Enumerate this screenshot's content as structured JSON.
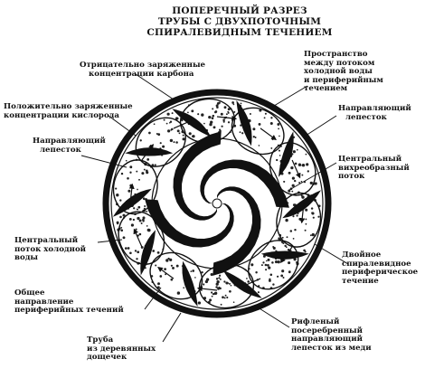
{
  "title": {
    "line1": "ПОПЕРЕЧНЫЙ РАЗРЕЗ",
    "line2": "ТРУБЫ С ДВУХПОТОЧНЫМ",
    "line3": "СПИРАЛЕВИДНЫМ ТЕЧЕНИЕМ"
  },
  "labels": {
    "neg_carbon": [
      "Отрицательно заряженные",
      "концентрации карбона"
    ],
    "pos_oxygen": [
      "Положительно заряженные",
      "концентрации кислорода"
    ],
    "guide_left": [
      "Направляющий",
      "лепесток"
    ],
    "central_cold": [
      "Центральный",
      "поток холодной",
      "воды"
    ],
    "common_dir": [
      "Общее",
      "направление",
      "периферийных течений"
    ],
    "wood_tube": [
      "Труба",
      "из деревянных",
      "дощечек"
    ],
    "space_between": [
      "Пространство",
      "между потоком",
      "холодной воды",
      "и периферийным",
      "течением"
    ],
    "guide_right": [
      "Направляющий",
      "лепесток"
    ],
    "central_vortex": [
      "Центральный",
      "вихреобразный",
      "поток"
    ],
    "double_spiral": [
      "Двойное",
      "спиралевидное",
      "периферическое",
      "течение"
    ],
    "ribbed_silver": [
      "Рифленый",
      "посеребренный",
      "направляющий",
      "лепесток из меди"
    ]
  },
  "colors": {
    "ink": "#111111",
    "paper": "#ffffff",
    "dots": "#222222"
  }
}
